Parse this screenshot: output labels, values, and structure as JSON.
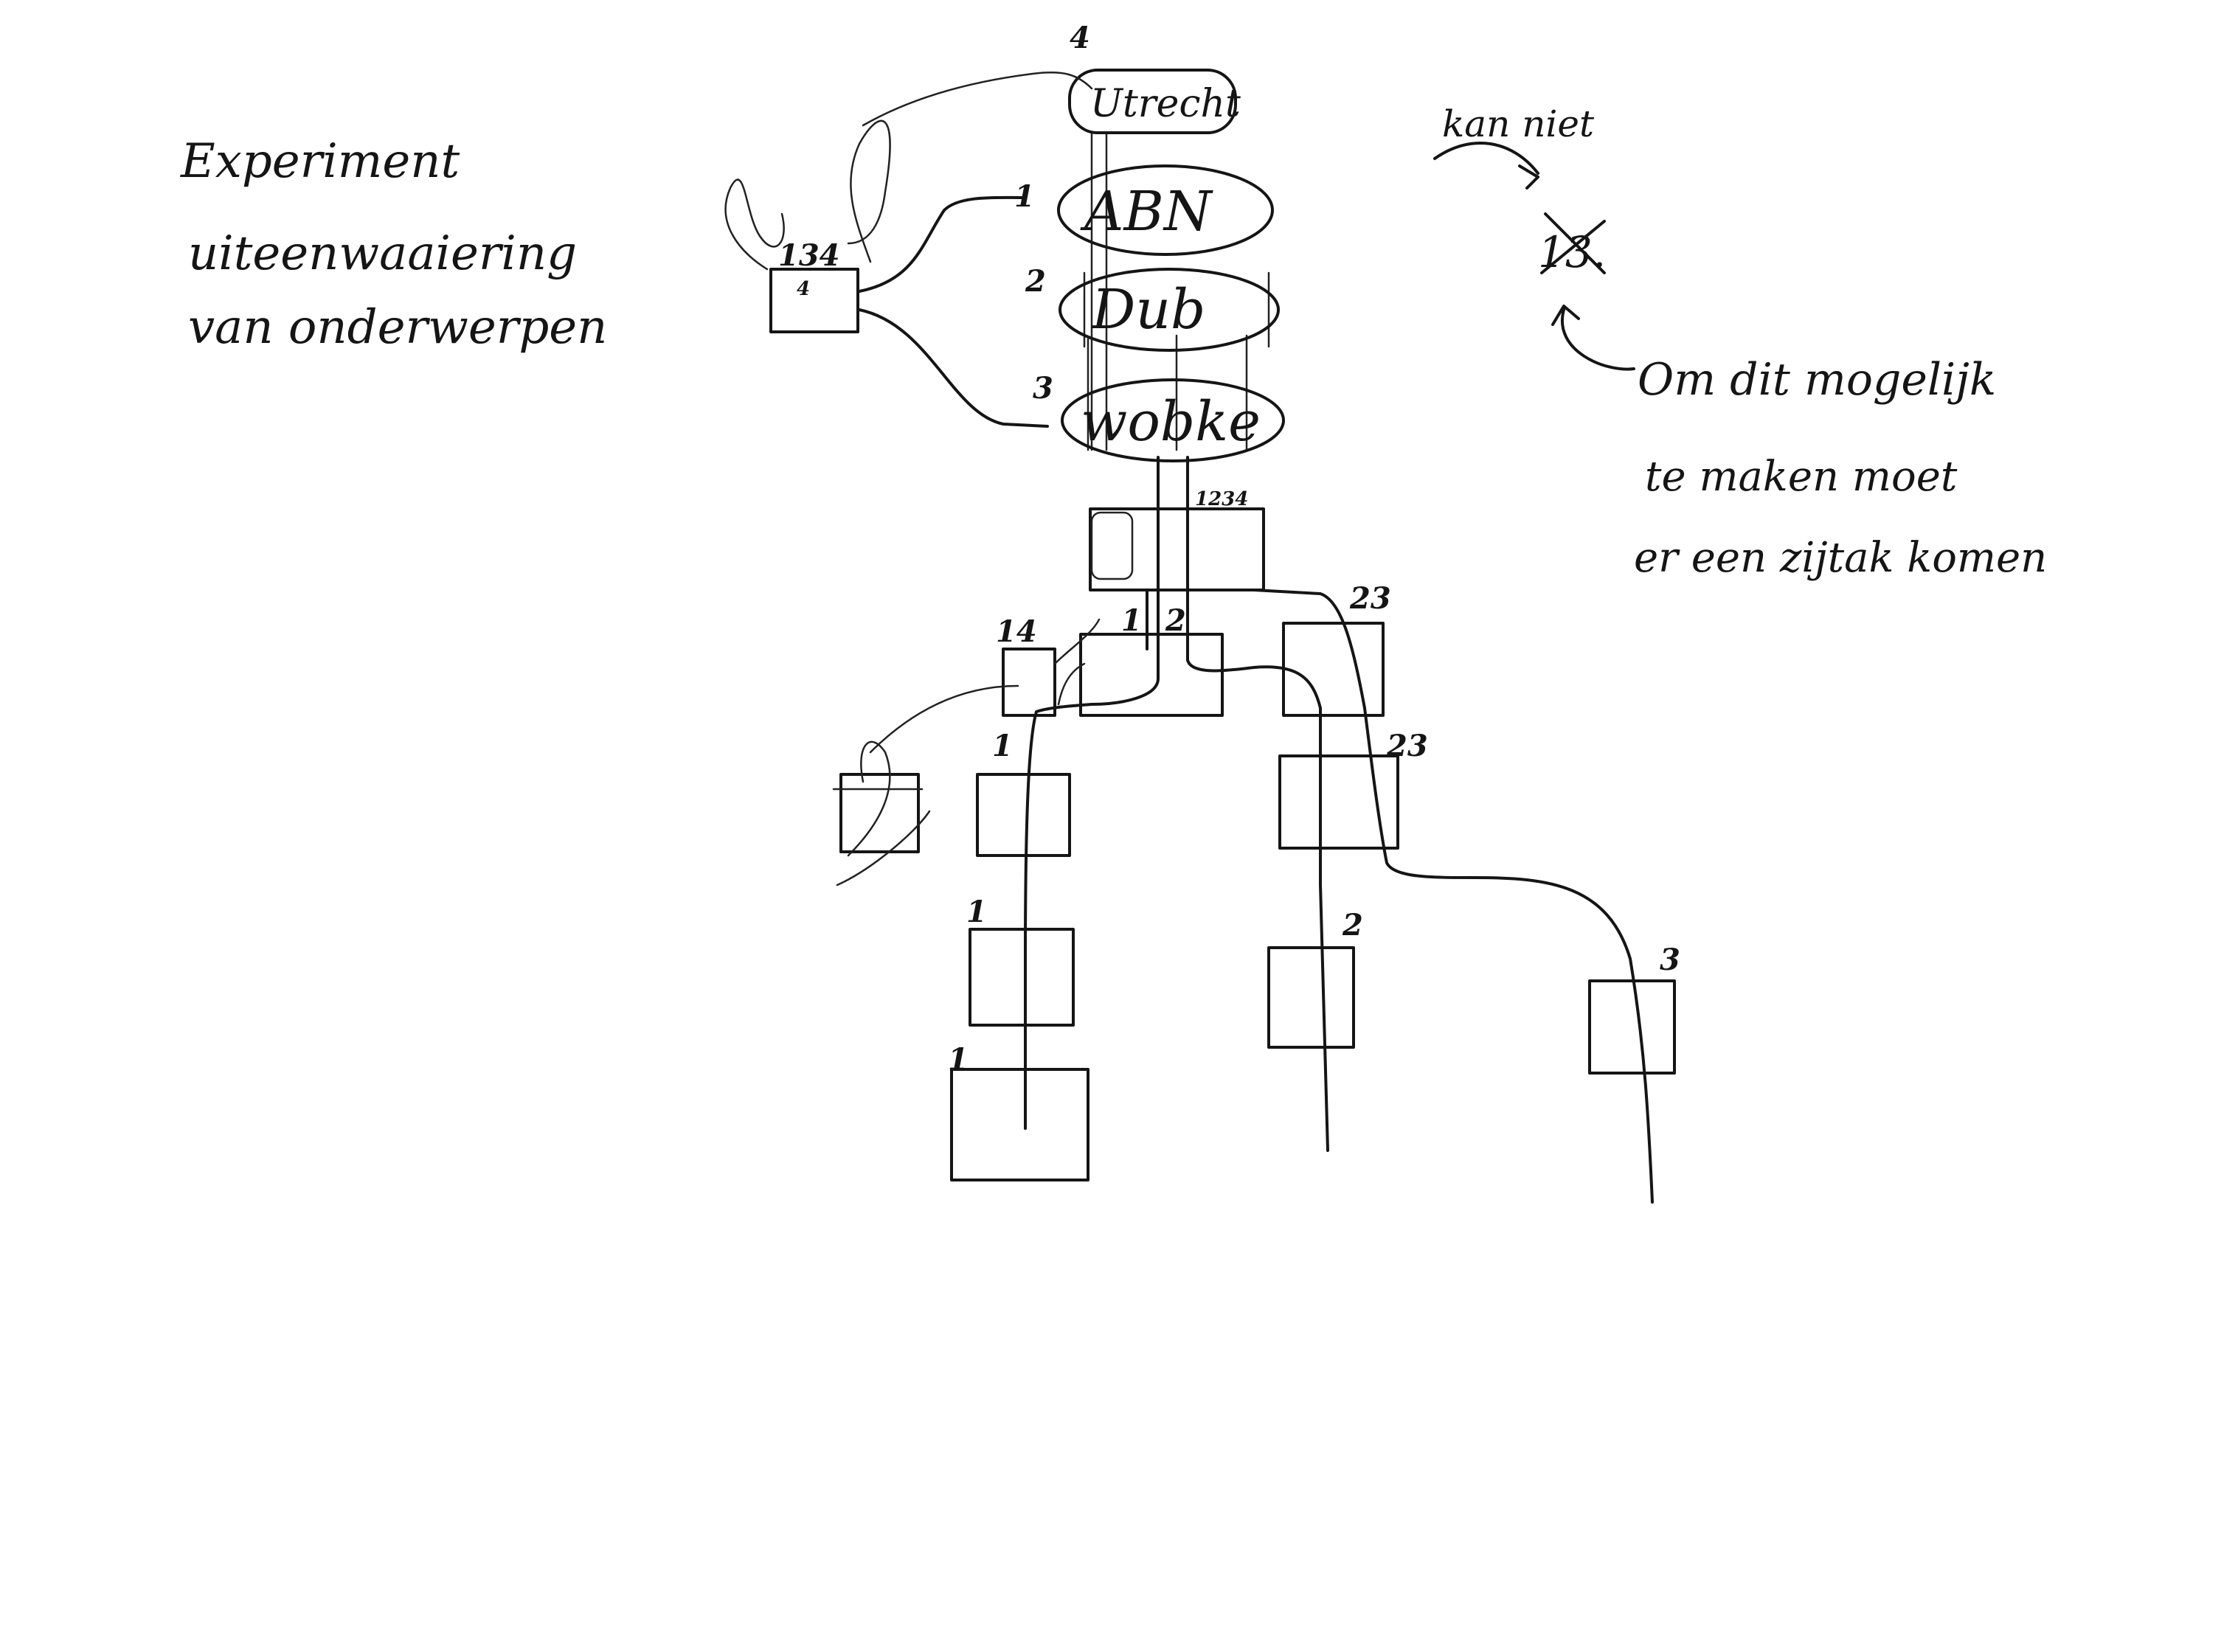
{
  "notes": {
    "title_line1": "Experiment",
    "title_line2": "uiteenwaaiering",
    "title_line3": "van onderwerpen",
    "kan_niet": "kan niet",
    "crossed": "13.",
    "explain_line1": "Om dit mogelijk",
    "explain_line2": "te maken moet",
    "explain_line3": "er een zijtak komen"
  },
  "nodes": {
    "utrecht": "Utrecht",
    "utrecht_tag": "4",
    "abn": "ABN",
    "dub": "Dub",
    "wobke": "wobke"
  },
  "labels": {
    "source_box": "134",
    "source_tag": "4",
    "edge1": "1",
    "edge2": "2",
    "edge3": "3",
    "merge_box": "1234",
    "branch_12": "1",
    "branch_2": "2",
    "branch_14": "14",
    "branch_23": "23",
    "left1": "1",
    "left2": "1",
    "left3": "1",
    "right23": "23",
    "mid2": "2",
    "far3": "3"
  }
}
